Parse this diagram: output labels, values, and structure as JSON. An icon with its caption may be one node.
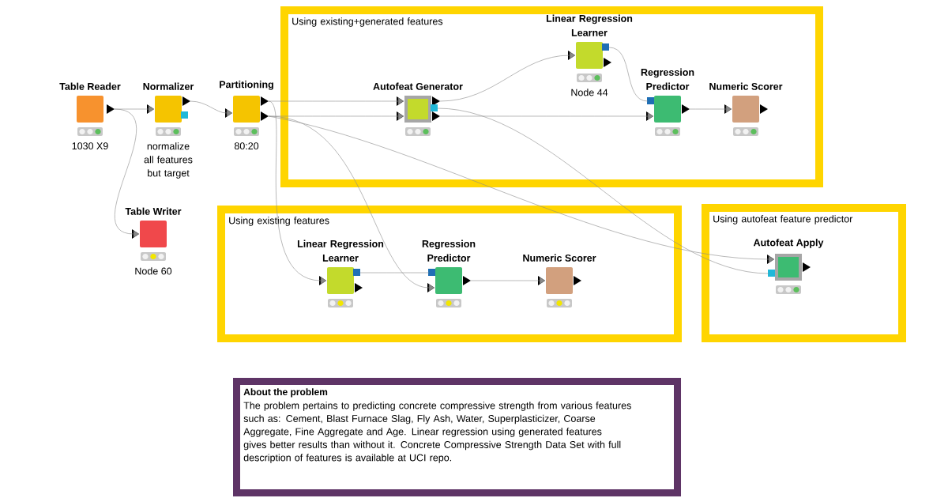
{
  "diagram": {
    "nodes": [
      {
        "text": [
          "Using existing+generated features"
        ]
      },
      {
        "text": [
          "Using existing features"
        ]
      },
      {
        "text": [
          "Using autofeat feature predictor"
        ]
      },
      {
        "text": [
          "About the problem",
          "The problem pertains to predicting  concrete compressive strength from various features such as: Cement, Blast Furnace Slag, Fly Ash, Water, Superplasticizer, Coarse Aggregate, Fine Aggregate and Age. Linear regression using generated features gives better results than without it. Concrete Compressive Strength Data Set with full description of features is available at UCI repo."
        ]
      },
      {
        "text": [
          "Table Reader"
        ],
        "beside": [
          "1030 X9"
        ]
      },
      {
        "text": [
          "Normalizer"
        ],
        "beside": [
          "normalize all features but target"
        ]
      },
      {
        "text": [
          "Partitioning"
        ],
        "beside": [
          "80:20"
        ]
      },
      {
        "text": [
          "Table Writer"
        ],
        "beside": [
          "Node 60"
        ]
      },
      {
        "text": [
          "Autofeat Generator"
        ],
        "in": 0
      },
      {
        "text": [
          "Linear Regression Learner"
        ],
        "beside": [
          "Node 44"
        ],
        "in": 0
      },
      {
        "text": [
          "Regression Predictor"
        ],
        "in": 0
      },
      {
        "text": [
          "Numeric Scorer"
        ],
        "in": 0
      },
      {
        "text": [
          "Linear Regression Learner"
        ],
        "in": 1
      },
      {
        "text": [
          "Regression Predictor"
        ],
        "in": 1
      },
      {
        "text": [
          "Numeric Scorer"
        ],
        "in": 1
      },
      {
        "text": [
          "Autofeat Apply"
        ],
        "in": 2
      }
    ],
    "edges": [
      {
        "from": 4,
        "to": 5,
        "arrow": "to"
      },
      {
        "from": 4,
        "to": 7,
        "arrow": "to"
      },
      {
        "from": 5,
        "to": 6,
        "arrow": "to"
      },
      {
        "from": 6,
        "to": 8,
        "arrow": "to"
      },
      {
        "from": 6,
        "to": 8,
        "arrow": "to"
      },
      {
        "from": 8,
        "to": 9,
        "arrow": "to"
      },
      {
        "from": 9,
        "to": 10,
        "arrow": "none"
      },
      {
        "from": 8,
        "to": 10,
        "arrow": "to"
      },
      {
        "from": 10,
        "to": 11,
        "arrow": "to"
      },
      {
        "from": 6,
        "to": 12,
        "arrow": "to"
      },
      {
        "from": 6,
        "to": 13,
        "arrow": "to"
      },
      {
        "from": 12,
        "to": 13,
        "arrow": "none"
      },
      {
        "from": 13,
        "to": 14,
        "arrow": "to"
      },
      {
        "from": 6,
        "to": 15,
        "arrow": "to"
      },
      {
        "from": 8,
        "to": 15,
        "arrow": "none"
      }
    ]
  }
}
